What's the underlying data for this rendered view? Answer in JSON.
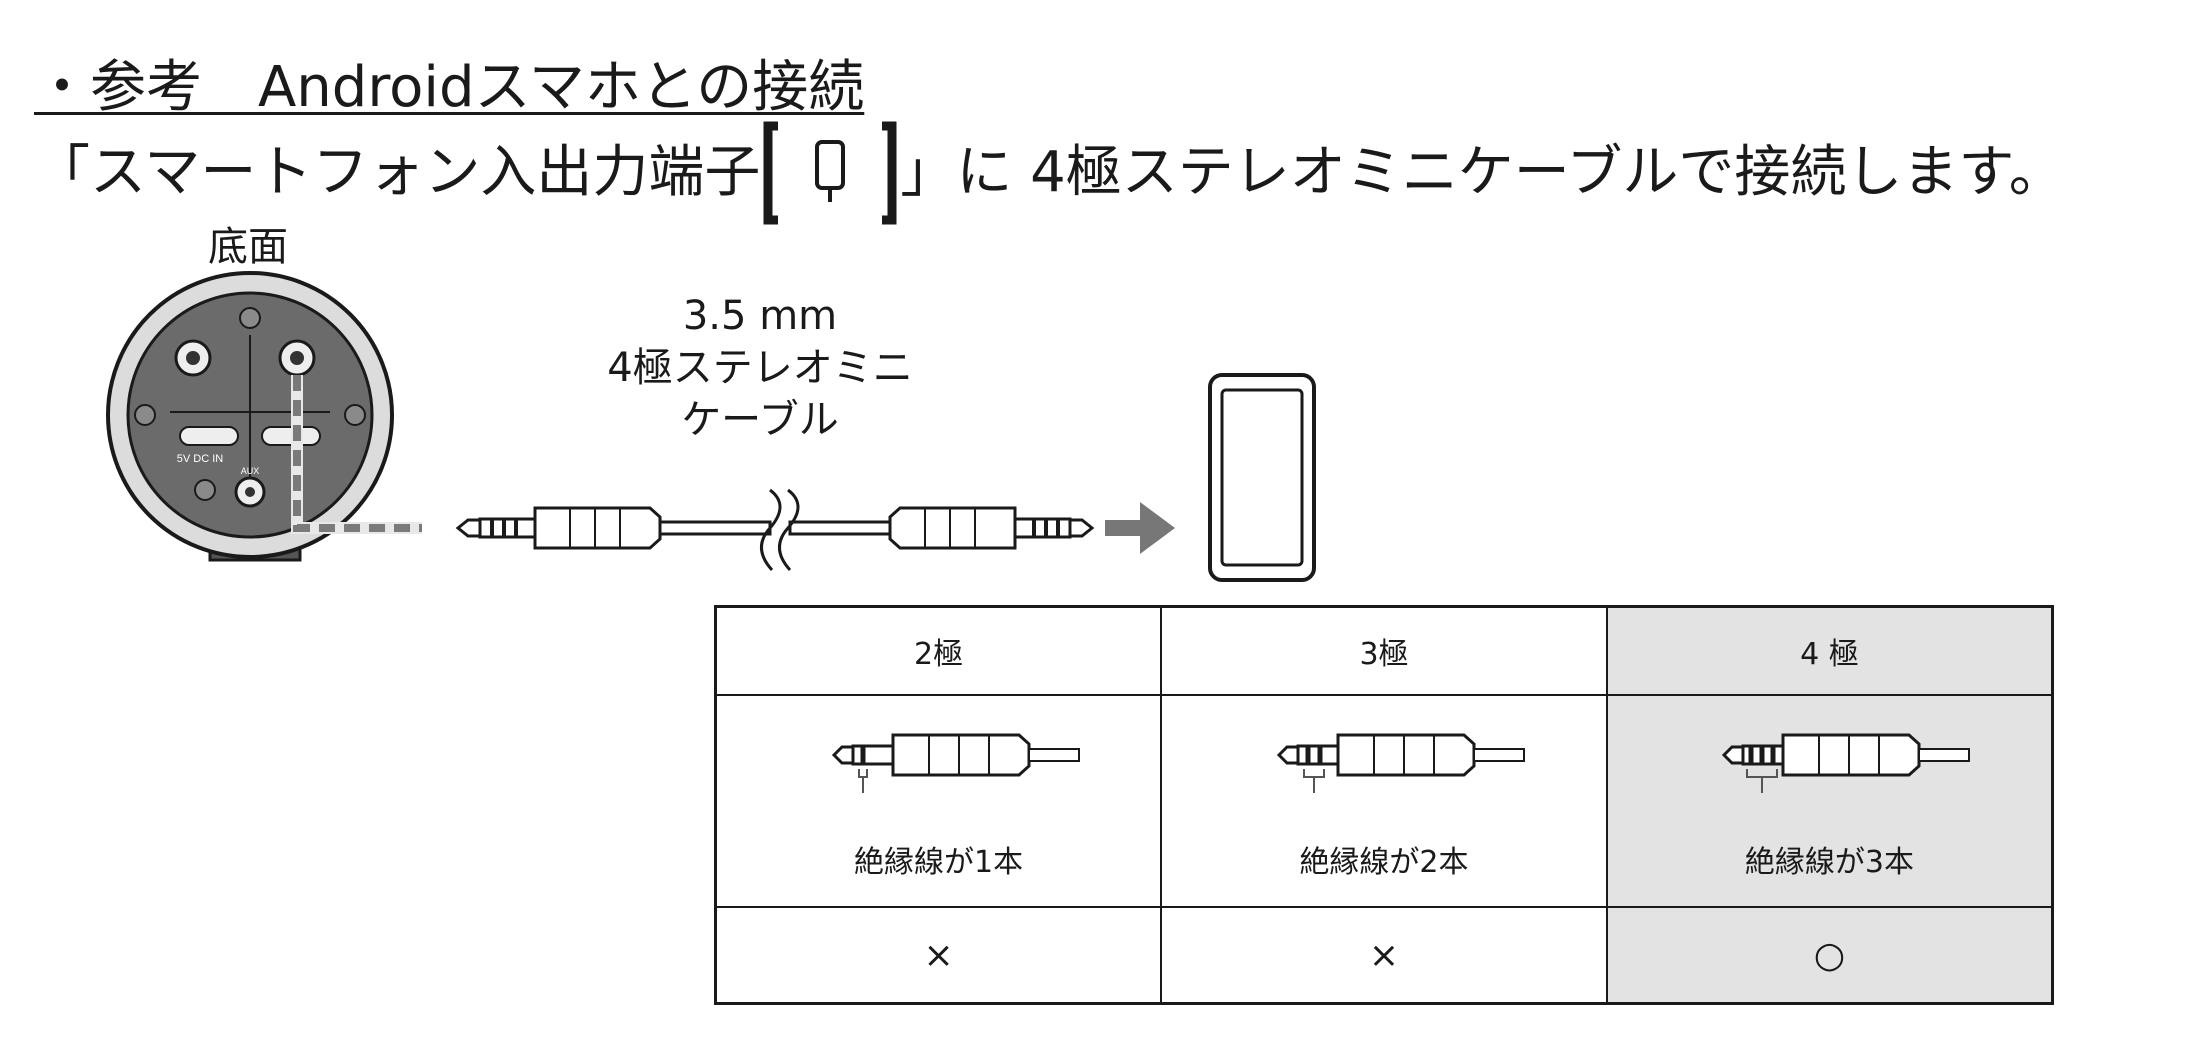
{
  "heading": "・参考　Androidスマホとの接続",
  "instruction": {
    "before": "「スマートフォン入出力端子",
    "after": "」に 4極ステレオミニケーブルで接続します。"
  },
  "device": {
    "bottom_label": "底面",
    "port_labels": {
      "dc_in": "5V DC IN",
      "aux": "AUX"
    }
  },
  "cable": {
    "line1": "3.5 mm",
    "line2": "4極ステレオミニ",
    "line3": "ケーブル"
  },
  "table": {
    "columns": [
      {
        "header": "2極",
        "plug_label": "絶縁線が1本",
        "result": "×",
        "rings": 1,
        "highlight": false
      },
      {
        "header": "3極",
        "plug_label": "絶縁線が2本",
        "result": "×",
        "rings": 2,
        "highlight": false
      },
      {
        "header": "4 極",
        "plug_label": "絶縁線が3本",
        "result": "○",
        "rings": 3,
        "highlight": true
      }
    ]
  },
  "colors": {
    "line": "#1a1a1a",
    "device": "#6b6b6b",
    "arrow": "#777777",
    "highlight": "#e3e3e3"
  }
}
